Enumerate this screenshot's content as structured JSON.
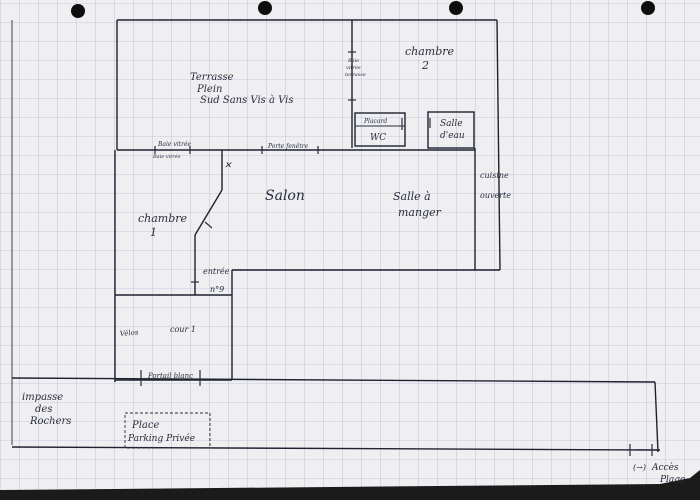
{
  "plan": {
    "labels": {
      "terrasse": [
        "Terrasse",
        "Plein",
        "Sud  Sans Vis à Vis"
      ],
      "chambre2": [
        "chambre",
        "2"
      ],
      "chambre1": [
        "chambre",
        "1"
      ],
      "salon": "Salon",
      "salle_manger": [
        "Salle à",
        "manger"
      ],
      "salle_eau": [
        "Salle",
        "d'eau"
      ],
      "wc": "WC",
      "placard": "Placard",
      "cuisine": [
        "cuisine",
        "ouverte"
      ],
      "entree": [
        "entrée",
        "n°9"
      ],
      "cour": "cour 1",
      "velos": "Vélos",
      "portail": "Portail blanc",
      "impasse": [
        "impasse",
        "des",
        "Rochers"
      ],
      "parking": [
        "Place",
        "Parking  Privée"
      ],
      "acces": [
        "Accès",
        "Plage"
      ],
      "baie_vitree": "Baie vitrée",
      "porte_fenetre": "Porte fenêtre",
      "baie_terrasse": [
        "Baie",
        "vitrée",
        "terrasse"
      ],
      "baie_vitree_ch1": "Baie vitrée",
      "arrow_glyph": "(→)"
    },
    "colors": {
      "paper": "#efeff2",
      "grid": "#9aa3c7",
      "ink": "#2a2d3a",
      "background": "#1b1b1b"
    }
  }
}
